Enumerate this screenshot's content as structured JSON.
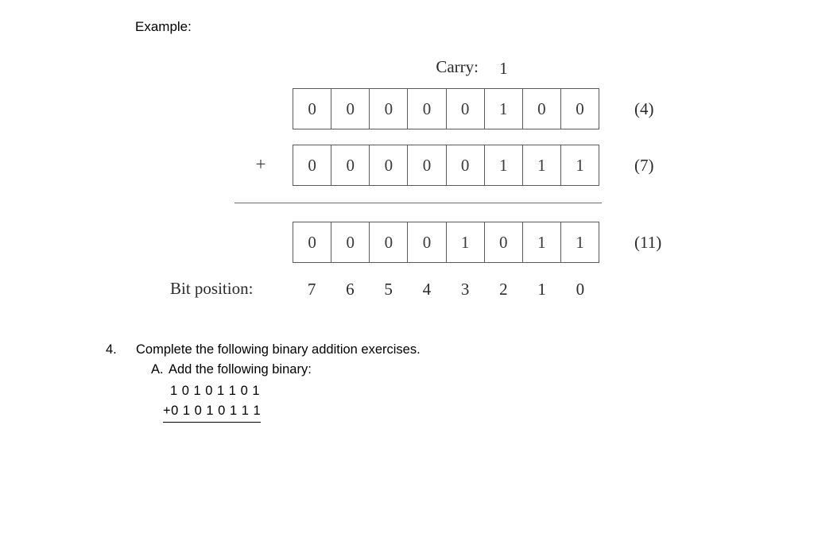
{
  "heading": "Example:",
  "carry": {
    "label": "Carry:",
    "bits": [
      "",
      "",
      "",
      "",
      "",
      "1",
      "",
      ""
    ]
  },
  "rows": [
    {
      "operator": "",
      "bits": [
        "0",
        "0",
        "0",
        "0",
        "0",
        "1",
        "0",
        "0"
      ],
      "decimal": "(4)"
    },
    {
      "operator": "+",
      "bits": [
        "0",
        "0",
        "0",
        "0",
        "0",
        "1",
        "1",
        "1"
      ],
      "decimal": "(7)"
    },
    {
      "operator": "",
      "bits": [
        "0",
        "0",
        "0",
        "0",
        "1",
        "0",
        "1",
        "1"
      ],
      "decimal": "(11)"
    }
  ],
  "bit_position": {
    "label": "Bit position:",
    "values": [
      "7",
      "6",
      "5",
      "4",
      "3",
      "2",
      "1",
      "0"
    ]
  },
  "exercise": {
    "number": "4.",
    "question": "Complete the following binary addition exercises.",
    "sub_letter": "A.",
    "sub_question": "Add the following binary:",
    "operand_1": "1 0 1 0 1 1 0 1",
    "operand_2": "+0 1 0 1 0 1 1 1"
  },
  "colors": {
    "background": "#ffffff",
    "text": "#000000",
    "grid_border": "#5a5a5a",
    "serif_text": "#2b2b2b",
    "rule": "#6d6d6d"
  }
}
